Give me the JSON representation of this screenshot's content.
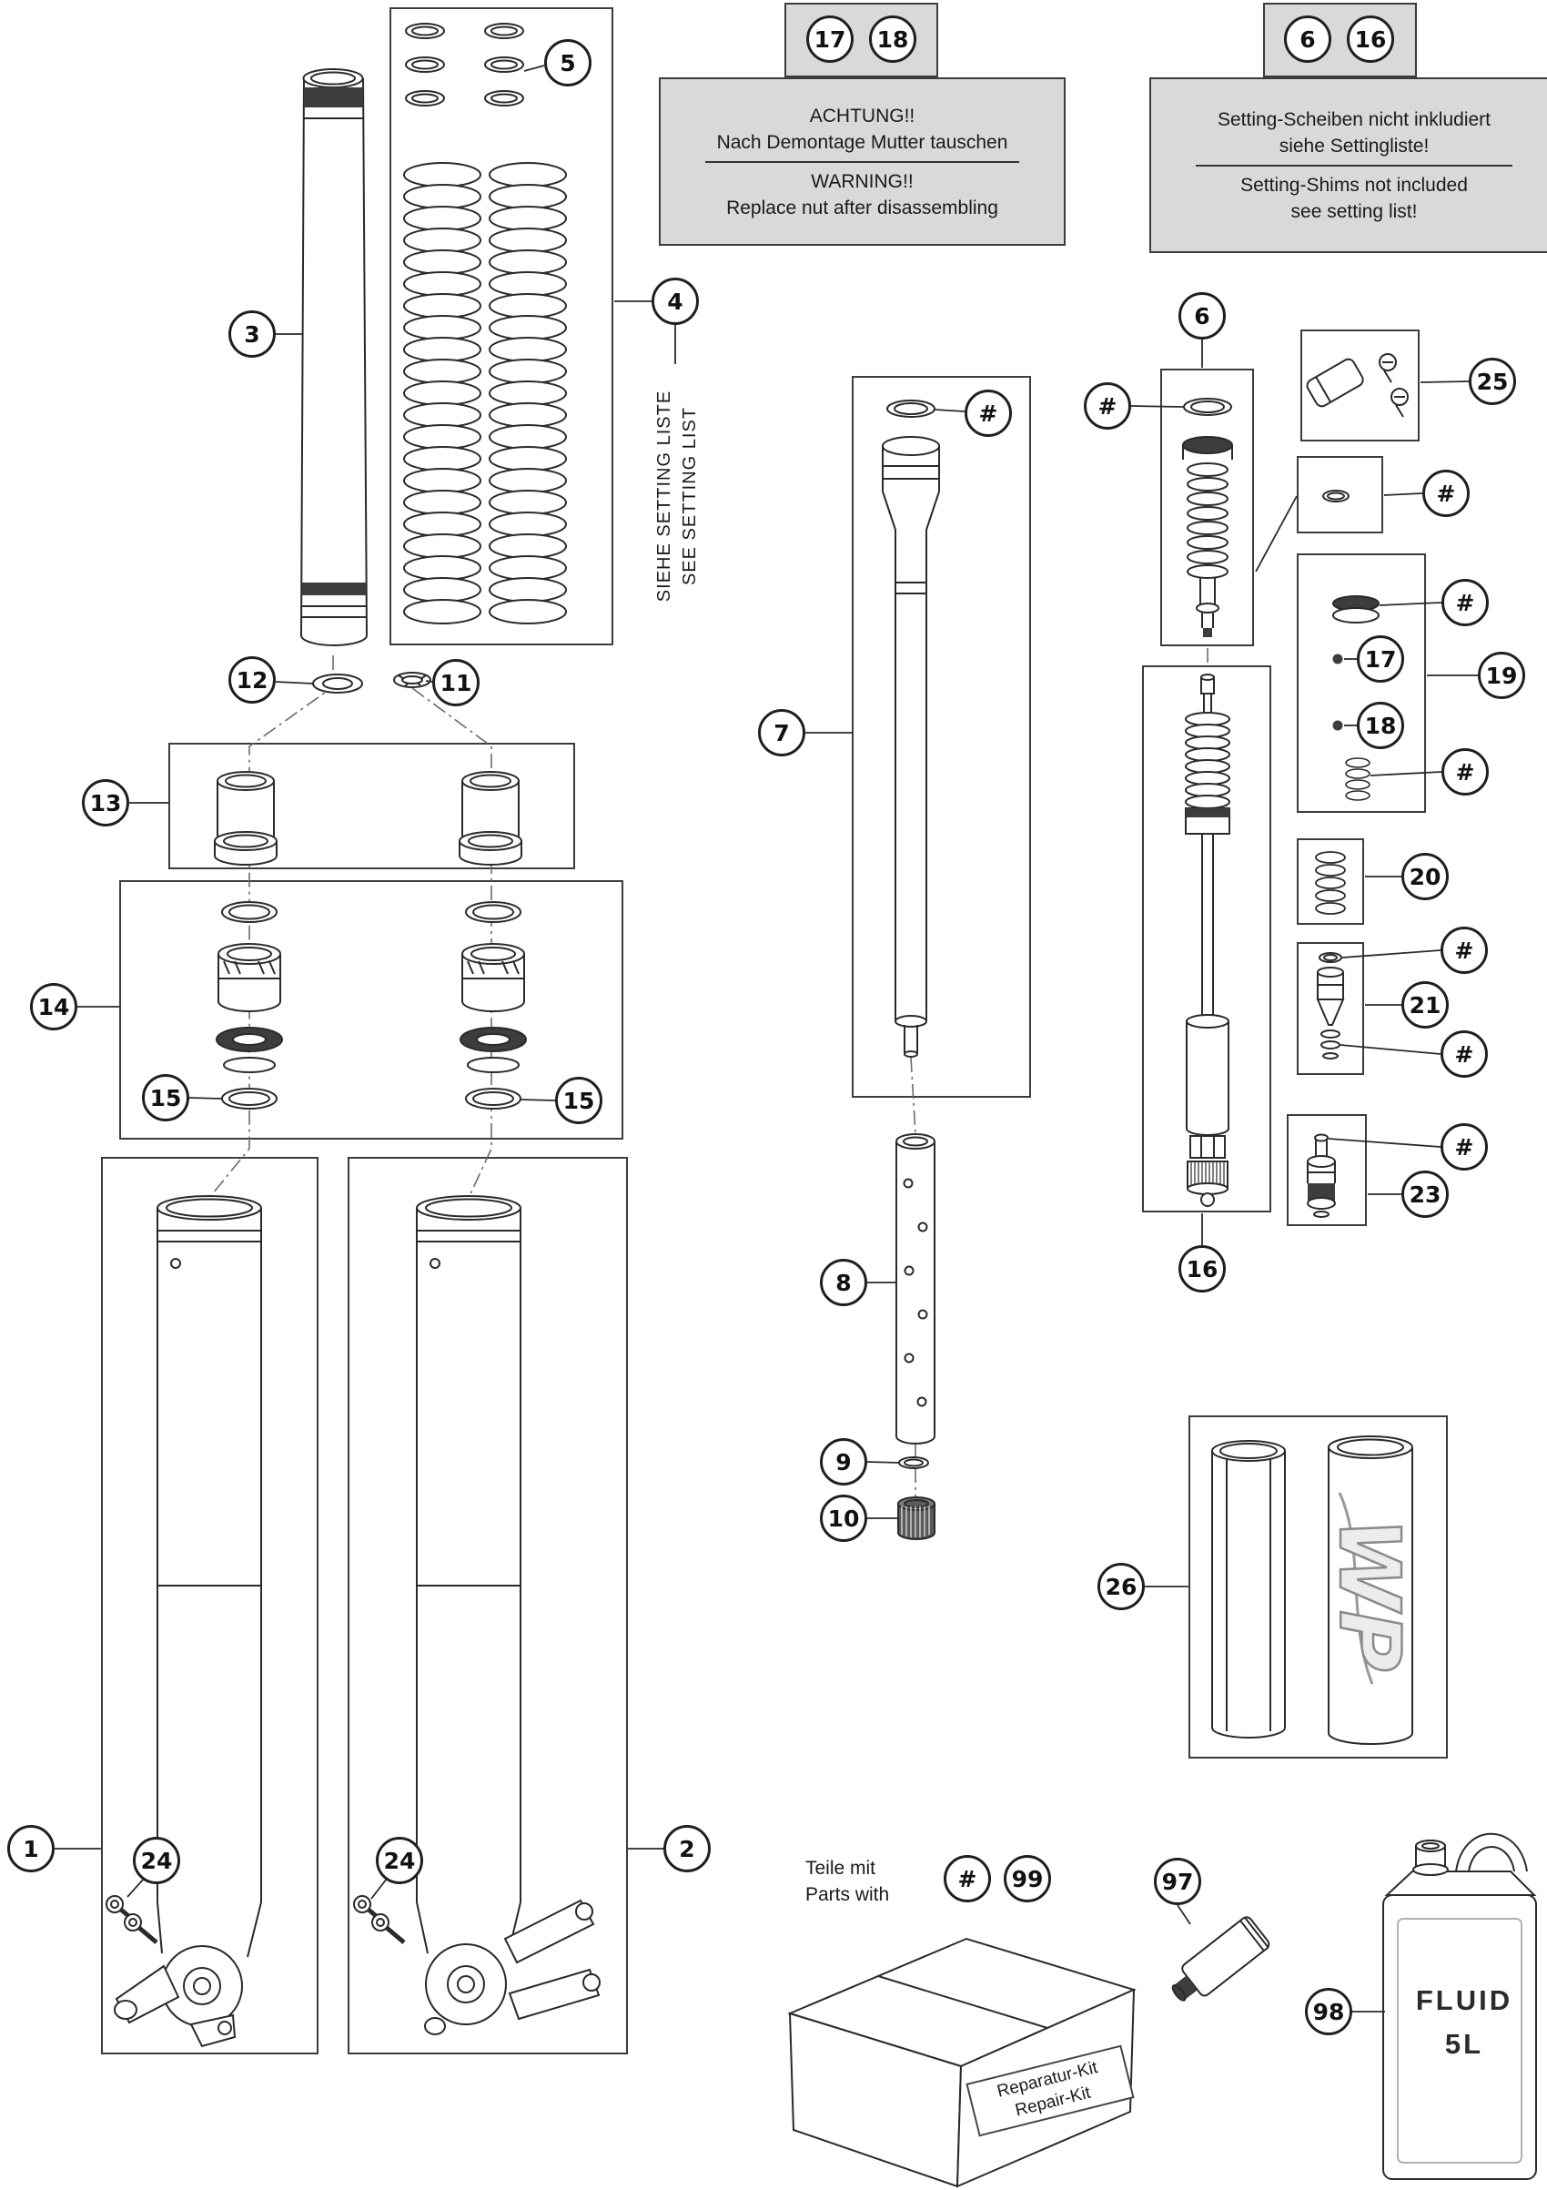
{
  "notices": {
    "nut": {
      "de1": "ACHTUNG!!",
      "de2": "Nach Demontage Mutter tauschen",
      "en1": "WARNING!!",
      "en2": "Replace nut after disassembling"
    },
    "shims": {
      "de1": "Setting-Scheiben nicht inkludiert",
      "de2": "siehe Settingliste!",
      "en1": "Setting-Shims not included",
      "en2": "see setting list!"
    }
  },
  "side_note": {
    "de": "SIEHE SETTING LISTE",
    "en": "SEE SETTING LIST"
  },
  "callouts": {
    "n1": "1",
    "n2": "2",
    "n3": "3",
    "n4": "4",
    "n5": "5",
    "n6": "6",
    "n7": "7",
    "n8": "8",
    "n9": "9",
    "n10": "10",
    "n11": "11",
    "n12": "12",
    "n13": "13",
    "n14": "14",
    "n15": "15",
    "n16": "16",
    "n17": "17",
    "n18": "18",
    "n19": "19",
    "n20": "20",
    "n21": "21",
    "n23": "23",
    "n24": "24",
    "n25": "25",
    "n26": "26",
    "n97": "97",
    "n98": "98",
    "n99": "99",
    "hash": "#"
  },
  "legend": {
    "de": "Teile mit",
    "en": "Parts with"
  },
  "repair_kit": {
    "de": "Reparatur-Kit",
    "en": "Repair-Kit"
  },
  "fluid_can": {
    "name": "FLUID",
    "size": "5L"
  },
  "protector_logo": "WP",
  "colors": {
    "line": "#2a2a2a",
    "notice_bg": "#d9d9d9",
    "paper": "#ffffff"
  }
}
